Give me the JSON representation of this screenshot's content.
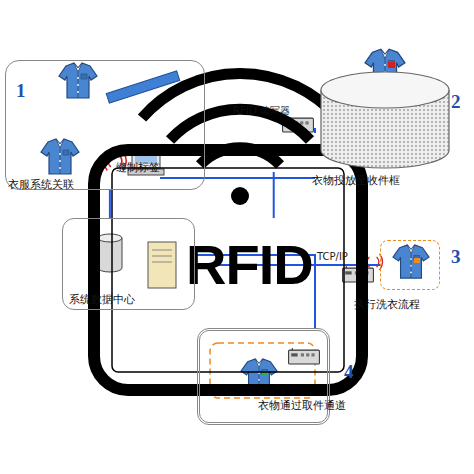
{
  "diagram": {
    "nodes": [
      {
        "text": [
          "缝制标签",
          "衣服系统关联"
        ]
      },
      {
        "text": [
          "系统数据中心"
        ]
      },
      {
        "text": [
          "衣物投放至收件框"
        ]
      },
      {
        "text": [
          "执行洗衣流程"
        ]
      },
      {
        "text": [
          "衣物通过取件通道"
        ]
      }
    ],
    "edges": [
      {
        "from": 1,
        "to": 0,
        "arrow": "none"
      },
      {
        "from": 1,
        "to": 2,
        "arrow": "none"
      },
      {
        "from": 1,
        "to": 3,
        "label": "TCP/IP",
        "arrow": "none"
      },
      {
        "from": 1,
        "to": 4,
        "arrow": "none"
      }
    ],
    "labels": [
      "1",
      "2",
      "3",
      "4",
      "RFID 读写器",
      "RFID"
    ]
  }
}
